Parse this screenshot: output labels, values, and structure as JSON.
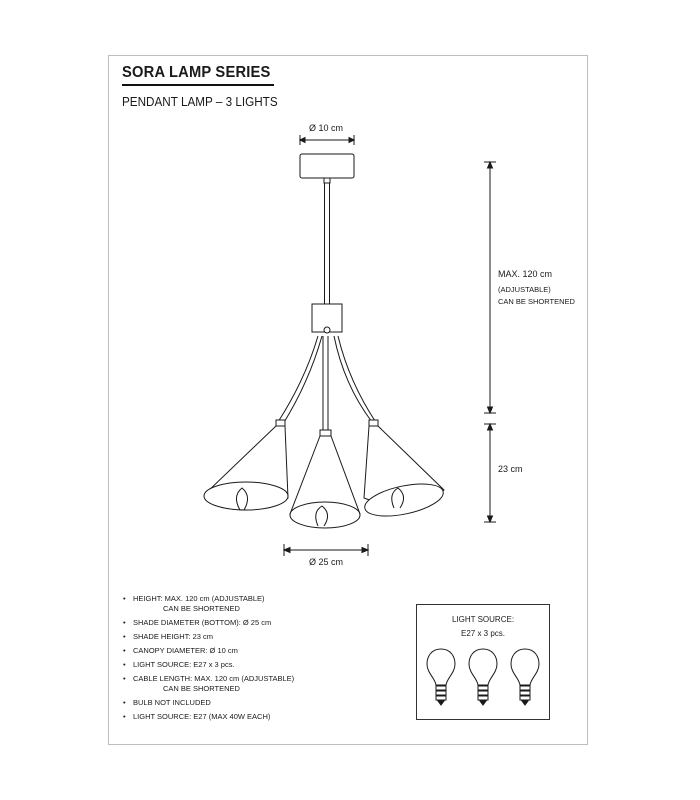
{
  "header": {
    "title": "SORA LAMP SERIES",
    "subtitle": "PENDANT LAMP – 3 LIGHTS"
  },
  "dimensions": {
    "canopy": "Ø 10 cm",
    "max_height": "MAX. 120 cm",
    "adjustable": "(ADJUSTABLE)",
    "shortened": "CAN BE SHORTENED",
    "shade_height": "23 cm",
    "shade_diameter": "Ø 25 cm"
  },
  "specs": [
    {
      "text": "HEIGHT: MAX. 120 cm (ADJUSTABLE)",
      "cont": "CAN BE SHORTENED"
    },
    {
      "text": "SHADE DIAMETER (BOTTOM): Ø 25 cm",
      "cont": ""
    },
    {
      "text": "SHADE HEIGHT: 23 cm",
      "cont": ""
    },
    {
      "text": "CANOPY DIAMETER: Ø 10 cm",
      "cont": ""
    },
    {
      "text": "LIGHT SOURCE: E27 x 3 pcs.",
      "cont": ""
    },
    {
      "text": "CABLE LENGTH: MAX. 120 cm (ADJUSTABLE)",
      "cont": "CAN BE SHORTENED"
    },
    {
      "text": "BULB NOT INCLUDED",
      "cont": ""
    },
    {
      "text": "LIGHT SOURCE: E27 (MAX 40W EACH)",
      "cont": ""
    }
  ],
  "light_source": {
    "title": "LIGHT SOURCE:",
    "count": "E27 x 3 pcs.",
    "bulbs": [
      "bulb-icon",
      "bulb-icon",
      "bulb-icon"
    ]
  },
  "bullet": "•",
  "colors": {
    "line": "#1a1a1a",
    "frame": "#bdbdbd"
  }
}
